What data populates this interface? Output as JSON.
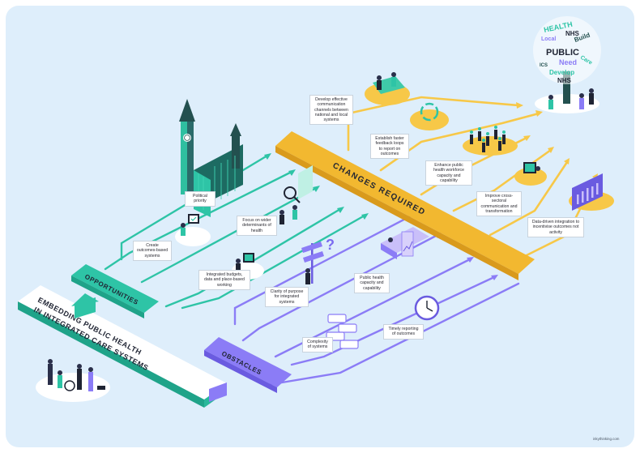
{
  "banners": {
    "embedding_line1": "EMBEDDING PUBLIC HEALTH",
    "embedding_line2": "IN INTEGRATED CARE SYSTEMS",
    "opportunities": "OPPORTUNITIES",
    "obstacles": "OBSTACLES",
    "changes": "CHANGES REQUIRED"
  },
  "opportunities": [
    "Political priority",
    "Create outcomes-based systems",
    "Focus on wider determinants of health",
    "Integrated budgets, data and place-based working"
  ],
  "obstacles": [
    "Clarity of purpose for integrated systems",
    "Public health capacity and capability",
    "Complexity of systems",
    "Timely reporting of outcomes"
  ],
  "changes": [
    "Develop effective communication channels between national and local systems",
    "Establish faster feedback loops to report on outcomes",
    "Enhance public health workforce capacity and capability",
    "Improve cross-sectoral communication and transformation",
    "Data-driven integration to incentivise outcomes not activity"
  ],
  "tree_words": [
    "HEALTH",
    "Local",
    "Build",
    "PUBLIC",
    "Need",
    "Develop",
    "NHS",
    "ICS",
    "NHS",
    "Care"
  ],
  "credit": "inkythinking.com",
  "colors": {
    "background": "#deeefb",
    "teal": "#2ec4a6",
    "purple": "#7b6cf0",
    "yellow": "#f7c848",
    "banner_text": "#1f2433"
  }
}
